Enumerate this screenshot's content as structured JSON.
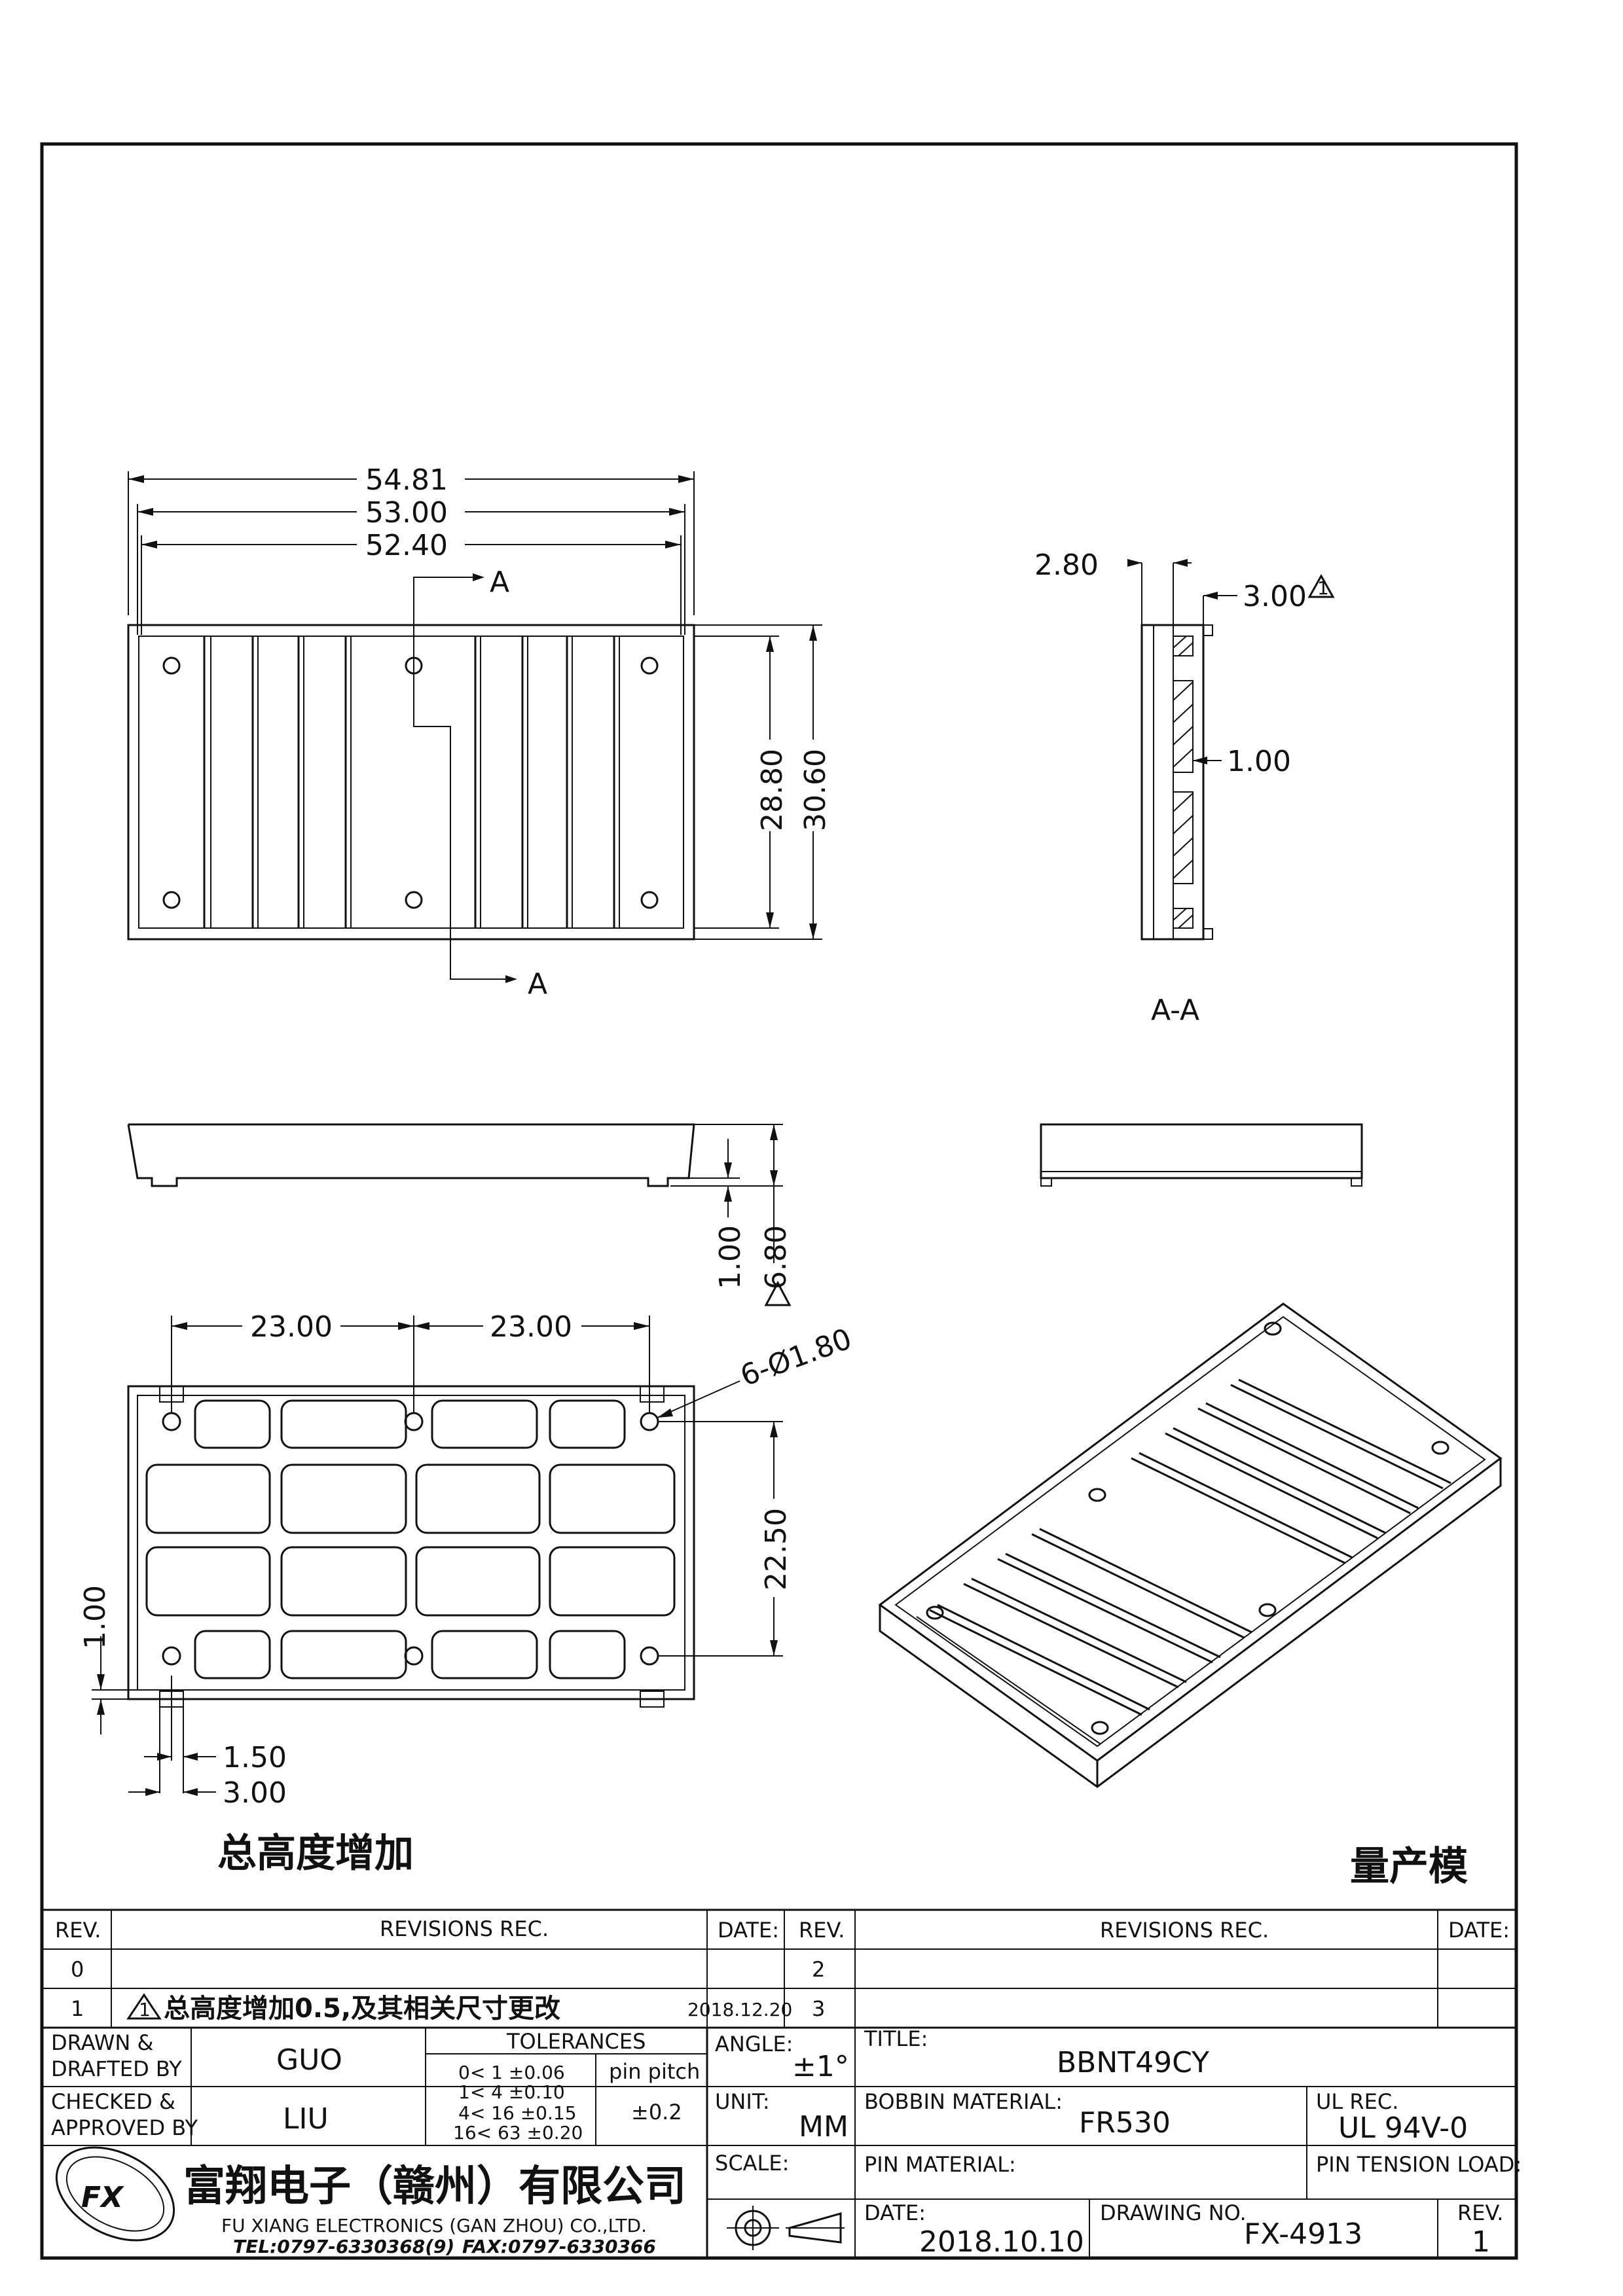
{
  "front_view": {
    "dims": [
      "54.81",
      "53.00",
      "52.40",
      "28.80",
      "30.60"
    ],
    "section_label": "A"
  },
  "section_view": {
    "dims": [
      "2.80",
      "3.00",
      "1.00"
    ],
    "label": "A-A"
  },
  "side_view": {
    "dims": [
      "1.00",
      "6.80"
    ]
  },
  "bottom_view": {
    "dims": [
      "23.00",
      "23.00",
      "22.50",
      "1.00",
      "1.50",
      "3.00"
    ],
    "hole_callout": "6-Ø1.80"
  },
  "notes": {
    "height_increase": "总高度增加",
    "mass_production": "量产模"
  },
  "title_block": {
    "headers": {
      "rev": "REV.",
      "revisions": "REVISIONS REC.",
      "date": "DATE:"
    },
    "rows_left": [
      {
        "rev": "0",
        "text": "",
        "date": ""
      },
      {
        "rev": "1",
        "text": "总高度增加0.5,及其相关尺寸更改",
        "date": "2018.12.20"
      }
    ],
    "rows_right": [
      {
        "rev": "2",
        "text": "",
        "date": ""
      },
      {
        "rev": "3",
        "text": "",
        "date": ""
      }
    ],
    "drawn_label": "DRAWN &",
    "drafted_label": "DRAFTED BY",
    "drawn_by": "GUO",
    "checked_label": "CHECKED &",
    "approved_label": "APPROVED BY",
    "approved_by": "LIU",
    "tolerances_label": "TOLERANCES",
    "tolerance_rows": [
      "0<  1   ±0.06",
      "1<  4   ±0.10",
      "4<  16  ±0.15",
      "16<  63  ±0.20"
    ],
    "pin_pitch_label": "pin pitch",
    "pin_pitch_value": "±0.2",
    "angle_label": "ANGLE:",
    "angle_value": "±1°",
    "unit_label": "UNIT:",
    "unit_value": "MM",
    "scale_label": "SCALE:",
    "title_label": "TITLE:",
    "title_value": "BBNT49CY",
    "bobbin_material_label": "BOBBIN MATERIAL:",
    "bobbin_material_value": "FR530",
    "ul_rec_label": "UL REC.",
    "ul_rec_value": "UL 94V-0",
    "pin_material_label": "PIN MATERIAL:",
    "pin_tension_label": "PIN TENSION LOAD:",
    "date_label": "DATE:",
    "date_value": "2018.10.10",
    "drawing_no_label": "DRAWING NO.",
    "drawing_no_value": "FX-4913",
    "rev_label": "REV.",
    "rev_value": "1",
    "company_cn": "富翔电子（赣州）有限公司",
    "company_en": "FU XIANG ELECTRONICS (GAN ZHOU) CO.,LTD.",
    "tel": "TEL:0797-6330368(9)",
    "fax": "FAX:0797-6330366"
  }
}
